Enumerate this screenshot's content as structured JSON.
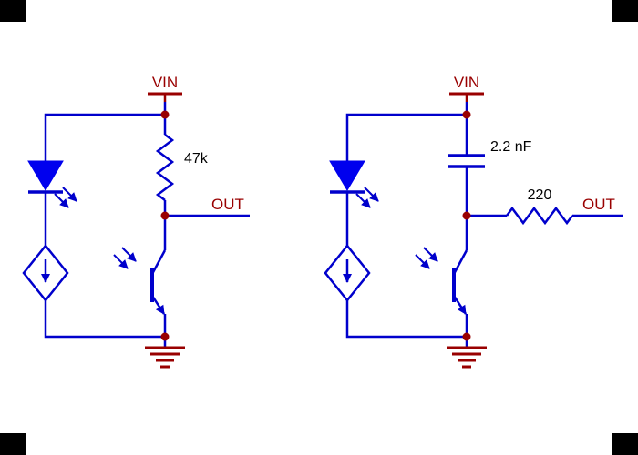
{
  "colors": {
    "wire_blue": "#0000cc",
    "led_blue": "#0000ee",
    "net_label_red": "#990000",
    "value_label_black": "#000000"
  },
  "left_circuit": {
    "power_label": "VIN",
    "output_label": "OUT",
    "resistor_value": "47k"
  },
  "right_circuit": {
    "power_label": "VIN",
    "output_label": "OUT",
    "capacitor_value": "2.2 nF",
    "resistor_value": "220"
  }
}
